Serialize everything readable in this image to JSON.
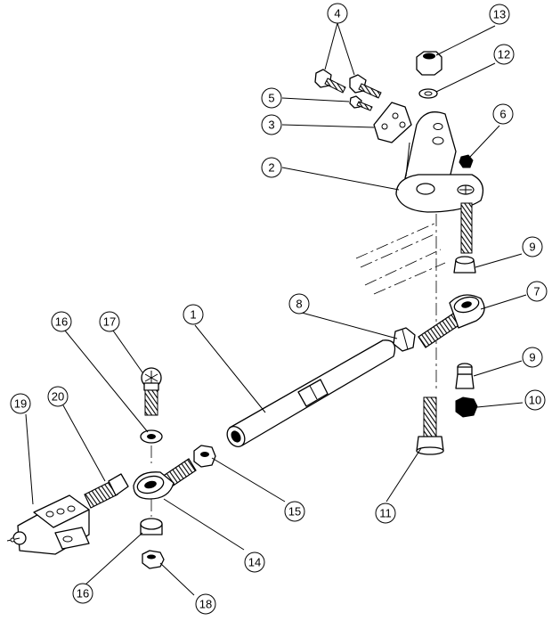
{
  "callouts": {
    "c1": "1",
    "c2": "2",
    "c3": "3",
    "c4": "4",
    "c5": "5",
    "c6": "6",
    "c7": "7",
    "c8": "8",
    "c9a": "9",
    "c9b": "9",
    "c10": "10",
    "c11": "11",
    "c12": "12",
    "c13": "13",
    "c14": "14",
    "c15": "15",
    "c16a": "16",
    "c16b": "16",
    "c17": "17",
    "c18": "18",
    "c19": "19",
    "c20": "20"
  },
  "colors": {
    "line": "#000000",
    "background": "#ffffff"
  }
}
